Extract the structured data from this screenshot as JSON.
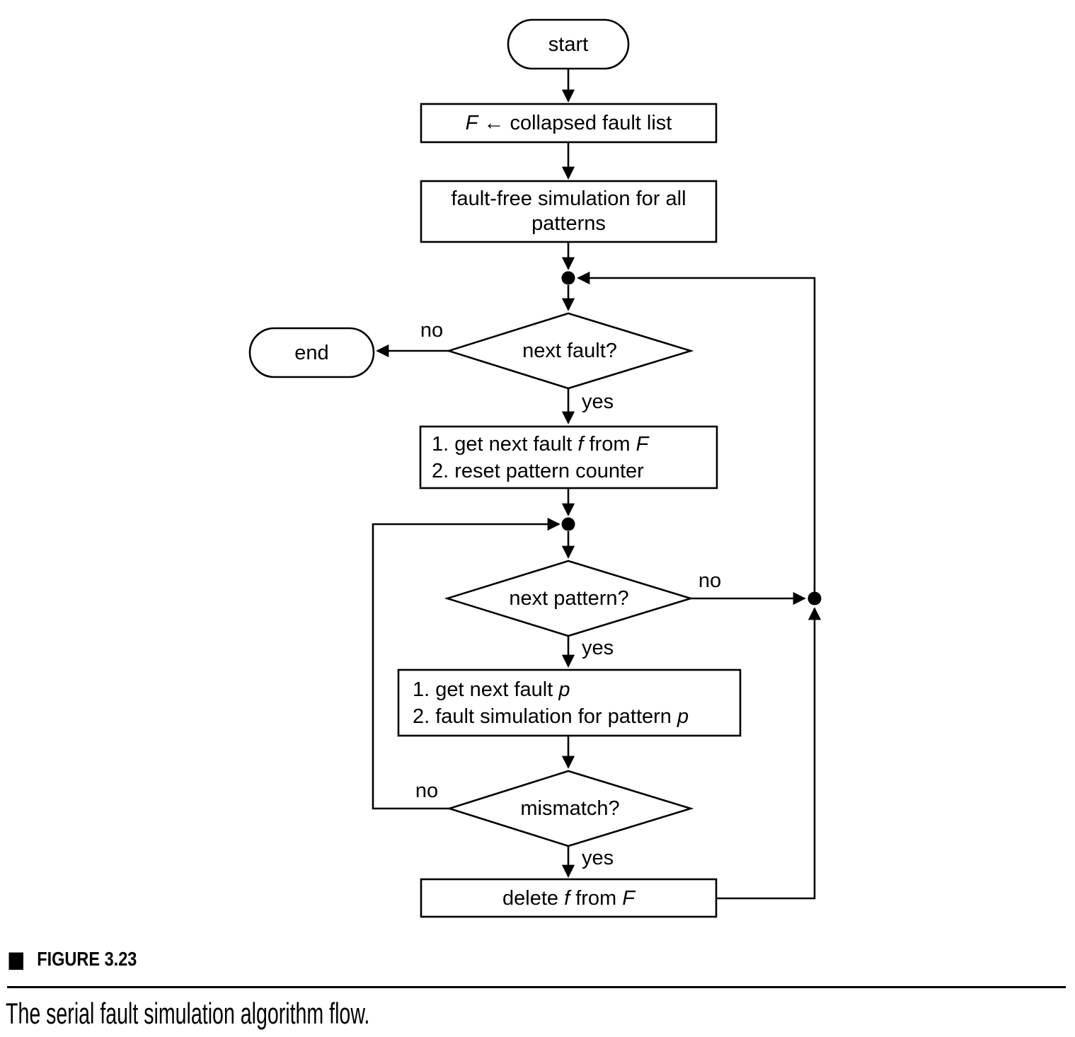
{
  "diagram": {
    "nodes": {
      "start": {
        "label": "start"
      },
      "fault_list": {
        "var": "F",
        "op": " ← ",
        "rest": "collapsed fault list"
      },
      "fault_free": {
        "line1": "fault-free simulation for all",
        "line2": "patterns"
      },
      "next_fault": {
        "label": "next fault?"
      },
      "end": {
        "label": "end"
      },
      "get_fault": {
        "item1_pre": "1. get next fault ",
        "item1_var": "f",
        "item1_mid": " from ",
        "item1_var2": "F",
        "item2": "2. reset pattern counter"
      },
      "next_pattern": {
        "label": "next pattern?"
      },
      "sim_pattern": {
        "item1_pre": "1. get next fault ",
        "item1_var": "p",
        "item2_pre": "2. fault simulation for pattern ",
        "item2_var": "p"
      },
      "mismatch": {
        "label": "mismatch?"
      },
      "delete_fault": {
        "pre": "delete ",
        "var": "f",
        "mid": " from ",
        "var2": "F"
      }
    },
    "edge_labels": {
      "next_fault_no": "no",
      "next_fault_yes": "yes",
      "next_pattern_no": "no",
      "next_pattern_yes": "yes",
      "mismatch_no": "no",
      "mismatch_yes": "yes"
    },
    "colors": {
      "line": "#000000",
      "background": "#ffffff"
    }
  },
  "footer": {
    "bullet": "■",
    "figure_label": "FIGURE 3.23",
    "caption": "The serial fault simulation algorithm flow."
  }
}
